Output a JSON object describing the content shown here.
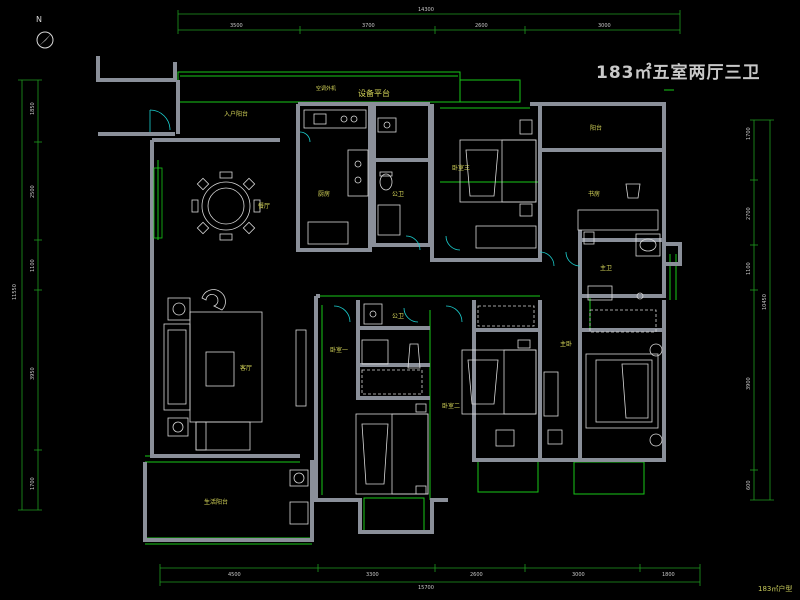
{
  "plan_title": "183㎡五室两厅三卫",
  "north_label": "N",
  "caption": "183㎡户型",
  "dimensions": {
    "top_overall": "14300",
    "top_segments": [
      "3500",
      "3700",
      "2600",
      "3000"
    ],
    "bottom_overall": "15700",
    "bottom_segments": [
      "4500",
      "3300",
      "2600",
      "3000",
      "1800"
    ],
    "left_overall": "11550",
    "left_segments": [
      "1850",
      "2500",
      "1100",
      "3950",
      "1700"
    ],
    "right_overall": "10450",
    "right_segments": [
      "1700",
      "2700",
      "1100",
      "3900",
      "600"
    ]
  },
  "rooms": {
    "entrance_balcony": "入户阳台",
    "equipment_platform": "设备平台",
    "air_unit": "空调外机",
    "dining": "餐厅",
    "kitchen": "厨房",
    "toilet_1": "公卫",
    "bedroom_3": "卧室三",
    "balcony": "阳台",
    "study": "书房",
    "living": "客厅",
    "bedroom_1": "卧室一",
    "toilet_2": "公卫",
    "bedroom_2": "卧室二",
    "master_toilet": "主卫",
    "master_bedroom": "主卧",
    "living_balcony": "生活阳台"
  },
  "colors": {
    "background": "#000000",
    "wall": "#8a8f99",
    "window": "#17c817",
    "furniture": "#d8d8d8",
    "dimension": "#1f9c1f",
    "label": "#d8d85a",
    "door": "#1bd1d1"
  }
}
